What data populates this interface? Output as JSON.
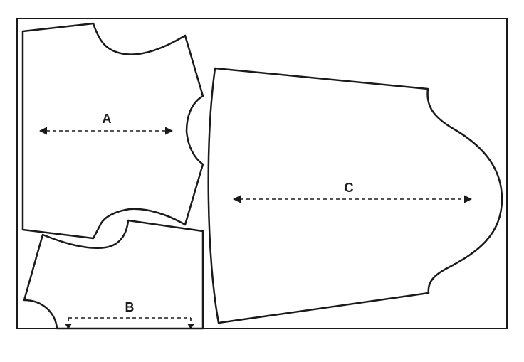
{
  "diagram": {
    "pieces": [
      {
        "id": "A",
        "label": "A"
      },
      {
        "id": "B",
        "label": "B"
      },
      {
        "id": "C",
        "label": "C"
      }
    ],
    "colors": {
      "line": "#1a1a1a",
      "background": "#ffffff"
    }
  }
}
